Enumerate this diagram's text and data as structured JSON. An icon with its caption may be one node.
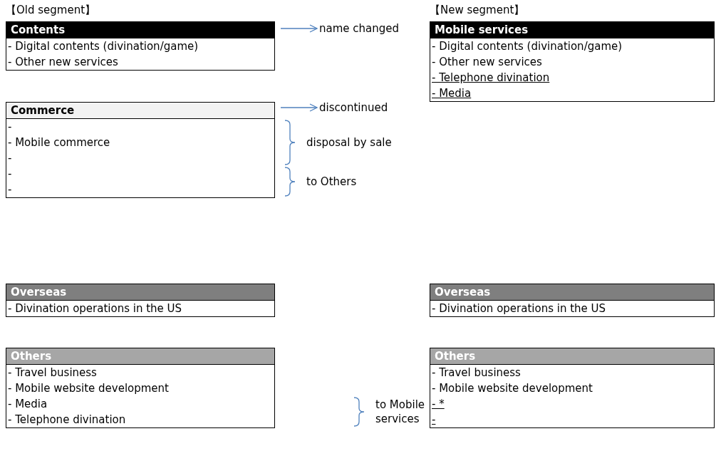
{
  "diagram": {
    "nodes": [
      {
        "text": [
          "Contents",
          "- Digital contents (divination/game)",
          "- Other new services"
        ]
      },
      {
        "text": [
          "name changed"
        ]
      },
      {
        "text": [
          "Mobile services",
          "- Digital contents (divination/game)",
          "- Other new services",
          "- Telephone divination",
          "- Media"
        ]
      },
      {
        "text": [
          "Commerce",
          "-",
          "- Mobile commerce",
          "-",
          "-",
          "-"
        ]
      },
      {
        "text": [
          "discontinued"
        ]
      },
      {
        "text": [
          "Overseas",
          "- Divination operations in the US"
        ]
      },
      {
        "text": [
          "Overseas",
          "- Divination operations in the US"
        ]
      },
      {
        "text": [
          "Others",
          "- Travel business",
          "- Mobile website development",
          "- Media",
          "- Telephone divination"
        ]
      },
      {
        "text": [
          "Others",
          "- Travel business",
          "- Mobile website development",
          "- *",
          "-"
        ]
      }
    ],
    "edges": [
      {
        "from": 0,
        "to": 1,
        "arrow": "to"
      },
      {
        "from": 3,
        "to": 4,
        "arrow": "to"
      }
    ],
    "labels": [
      "【Old segment】",
      "【New segment】",
      "disposal by sale",
      "to Others",
      "to Mobile services"
    ]
  }
}
